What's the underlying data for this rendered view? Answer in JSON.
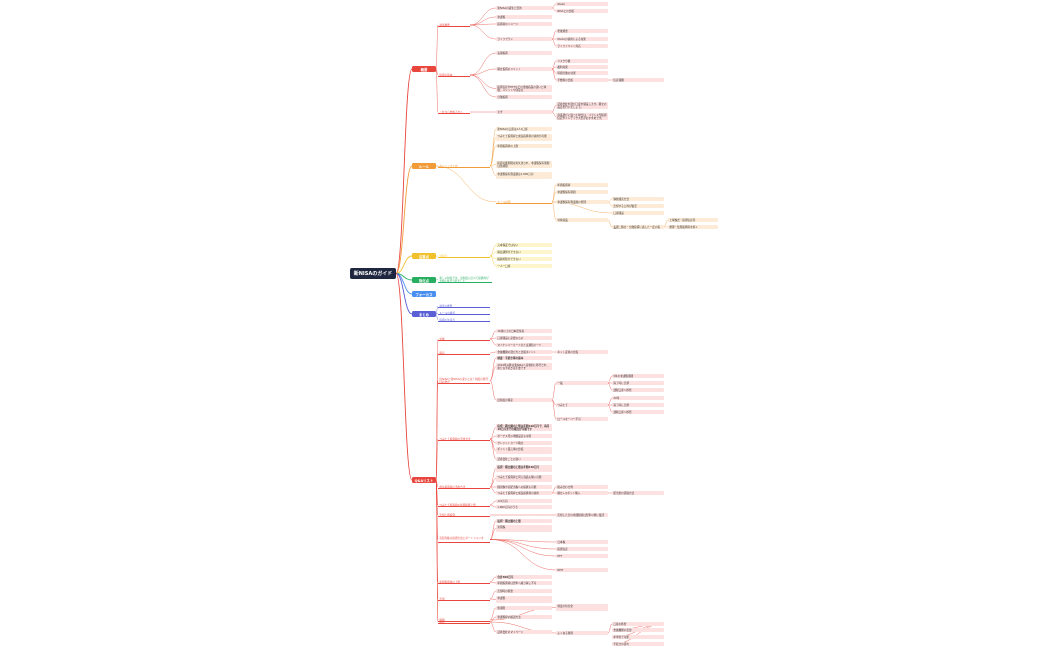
{
  "root": {
    "label": "新NISAのガイド"
  },
  "branches": [
    {
      "id": "gaiyou",
      "label": "概要",
      "color": "#e8453c"
    },
    {
      "id": "rule",
      "label": "ルール",
      "color": "#f29b39"
    },
    {
      "id": "chuui",
      "label": "注意点",
      "color": "#f1c12c"
    },
    {
      "id": "kyoka",
      "label": "強化点",
      "color": "#27ae60"
    },
    {
      "id": "shuchu",
      "label": "フォーカス",
      "color": "#4a8ff0"
    },
    {
      "id": "matome",
      "label": "まとめ",
      "color": "#5b5fd6"
    },
    {
      "id": "qa",
      "label": "Q&Aリスト",
      "color": "#e8453c"
    }
  ],
  "nodes": [
    {
      "id": "g1",
      "label": "制度概要"
    },
    {
      "id": "g1a",
      "label": "新NISAの誕生と目的"
    },
    {
      "id": "g1a1",
      "label": "iDeCo"
    },
    {
      "id": "g1a2",
      "label": "NISAとの比較"
    },
    {
      "id": "g1b",
      "label": "非課税"
    },
    {
      "id": "g1c",
      "label": "投資枠のイメージ"
    },
    {
      "id": "g1d",
      "label": "ライフプラン"
    },
    {
      "id": "g1d1",
      "label": "老後資金"
    },
    {
      "id": "g1d2",
      "label": "iDeCoの併用による効果"
    },
    {
      "id": "g1d3",
      "label": "ライフイベント対応"
    },
    {
      "id": "g2",
      "label": "投資の基本"
    },
    {
      "id": "g2a",
      "label": "長期投資"
    },
    {
      "id": "g2b",
      "label": "積立投資のメリット"
    },
    {
      "id": "g2b1",
      "label": "リスク分散"
    },
    {
      "id": "g2b2",
      "label": "複利効果"
    },
    {
      "id": "g2b3",
      "label": "時間分散の効果"
    },
    {
      "id": "g2b4",
      "label": "手数料の比較"
    },
    {
      "id": "g2b4a",
      "label": "信託報酬"
    },
    {
      "id": "g2c",
      "label": "投資信託やETFなどの金融商品の違いと特徴、メリットや注意点"
    },
    {
      "id": "g2d",
      "label": "分散投資"
    },
    {
      "id": "g3",
      "label": "これから始める方へ"
    },
    {
      "id": "g3a",
      "label": "まず"
    },
    {
      "id": "g3a1",
      "label": "証券会社を選び口座を開設します。積立の設定を行いましょう。"
    },
    {
      "id": "g3a2",
      "label": "商品選びに迷った場合は、バランス型投資信託やインデックス型がおすすめです。"
    },
    {
      "id": "r1",
      "label": "ポイントまとめ"
    },
    {
      "id": "r1a",
      "label": "新NISAの口座は1人1口座"
    },
    {
      "id": "r1b",
      "label": "つみたて投資枠と成長投資枠の併用が可能"
    },
    {
      "id": "r1c",
      "label": "年間投資枠の上限"
    },
    {
      "id": "r1d",
      "label": "投資可能期間は恒久化され、非課税保有期間は無期限"
    },
    {
      "id": "r1e",
      "label": "非課税保有限度額は1,800万円"
    },
    {
      "id": "r2",
      "label": "ルール詳細"
    },
    {
      "id": "r2a",
      "label": "年間投資枠"
    },
    {
      "id": "r2b",
      "label": "非課税保有期間"
    },
    {
      "id": "r2c",
      "label": "非課税保有限度額の管理"
    },
    {
      "id": "r2c1",
      "label": "簿価残高方式"
    },
    {
      "id": "r2c2",
      "label": "売却すると枠が復活"
    },
    {
      "id": "r2d",
      "label": "口座開設"
    },
    {
      "id": "r2e",
      "label": "対象商品"
    },
    {
      "id": "r2e1",
      "label": "長期・積立・分散投資に適した一定の投資信託"
    },
    {
      "id": "r2e2",
      "label": "上場株式・投資信託等"
    },
    {
      "id": "r2e3",
      "label": "整理・監理銘柄等を除く"
    },
    {
      "id": "c1",
      "label": "注意点"
    },
    {
      "id": "c1a",
      "label": "元本保証ではない"
    },
    {
      "id": "c1b",
      "label": "損益通算ができない"
    },
    {
      "id": "c1c",
      "label": "繰越控除ができない"
    },
    {
      "id": "c1d",
      "label": "一人一口座"
    },
    {
      "id": "k1",
      "label": "新しい制度では、旧制度に比べて投資枠が大幅に拡大されました。"
    },
    {
      "id": "m1",
      "label": "制度の概要"
    },
    {
      "id": "m2",
      "label": "ルールの確認"
    },
    {
      "id": "m3",
      "label": "投資の注意点"
    },
    {
      "id": "q1",
      "label": "対象"
    },
    {
      "id": "q1a",
      "label": "18歳以上の日本居住者"
    },
    {
      "id": "q1b",
      "label": "口座開設に必要なもの"
    },
    {
      "id": "q1c",
      "label": "マイナンバーカードまたは通知カード"
    },
    {
      "id": "q2",
      "label": "開設"
    },
    {
      "id": "q2a",
      "label": "金融機関の選び方と比較ポイント"
    },
    {
      "id": "q2a1",
      "label": "ネット証券の比較"
    },
    {
      "id": "q3",
      "label": "旧NISAと新NISAの違いとは？制度の移行は必要か"
    },
    {
      "id": "q3a",
      "label": "制度・手続き等の基本"
    },
    {
      "id": "q3b",
      "label": "2024年以降は新NISAへ自動的に移行され、新たな手続きは不要です"
    },
    {
      "id": "q3c",
      "label": "旧制度の資産"
    },
    {
      "id": "q3c1",
      "label": "一般"
    },
    {
      "id": "q3c1a",
      "label": "5年の非課税期間"
    },
    {
      "id": "q3c1b",
      "label": "満了時に売却"
    },
    {
      "id": "q3c1c",
      "label": "課税口座へ移管"
    },
    {
      "id": "q3c2",
      "label": "つみたて"
    },
    {
      "id": "q3c2a",
      "label": "20年"
    },
    {
      "id": "q3c2b",
      "label": "満了時に売却"
    },
    {
      "id": "q3c2c",
      "label": "課税口座へ移管"
    },
    {
      "id": "q3c3",
      "label": "ロールオーバー不可"
    },
    {
      "id": "q4",
      "label": "つみたて投資枠の活用方法"
    },
    {
      "id": "q4a",
      "label": "投資・積立額の上限は年間120万円で、毎月10万円までの積立が可能です"
    },
    {
      "id": "q4b",
      "label": "ボーナス月の増額設定も可能"
    },
    {
      "id": "q4c",
      "label": "クレジットカード積立"
    },
    {
      "id": "q4d",
      "label": "ポイント還元率の比較"
    },
    {
      "id": "q4e",
      "label": "証券会社ごとの違い"
    },
    {
      "id": "q5",
      "label": "成長投資枠の活用方法"
    },
    {
      "id": "q5a",
      "label": "投資・積立額の上限は年間240万円"
    },
    {
      "id": "q5b",
      "label": "つみたて投資枠と同じ商品も購入可能"
    },
    {
      "id": "q5c",
      "label": "個別株や高配当株への投資も可能"
    },
    {
      "id": "q5d",
      "label": "つみたて投資枠と成長投資枠の併用"
    },
    {
      "id": "q5d1",
      "label": "組み合わせ例"
    },
    {
      "id": "q5d2",
      "label": "積立+スポット購入"
    },
    {
      "id": "q5d3",
      "label": "配当金の受取方法"
    },
    {
      "id": "q6",
      "label": "つみたて投資枠の年間投資上限"
    },
    {
      "id": "q6a",
      "label": "120万円"
    },
    {
      "id": "q6b",
      "label": "1,800万円のうち"
    },
    {
      "id": "q7",
      "label": "売却と再投資"
    },
    {
      "id": "q7a",
      "label": "売却した分の非課税枠は翌年以降に復活"
    },
    {
      "id": "q8",
      "label": "高配当株の投資方法とポートフォリオ"
    },
    {
      "id": "q8a",
      "label": "投資・積立額の上限"
    },
    {
      "id": "q8b",
      "label": "米国株"
    },
    {
      "id": "q8c",
      "label": "日本株"
    },
    {
      "id": "q8d",
      "label": "投資信託"
    },
    {
      "id": "q8e",
      "label": "ETF"
    },
    {
      "id": "q8f",
      "label": "REIT"
    },
    {
      "id": "q9",
      "label": "年間投資枠の上限"
    },
    {
      "id": "q9a",
      "label": "合計360万円"
    },
    {
      "id": "q9b",
      "label": "年間投資枠は翌年へ繰り越し不可"
    },
    {
      "id": "q10",
      "label": "売却"
    },
    {
      "id": "q10a",
      "label": "売却時の税金"
    },
    {
      "id": "q10b",
      "label": "非課税"
    },
    {
      "id": "q11",
      "label": "期間"
    },
    {
      "id": "q11a",
      "label": "無期限"
    },
    {
      "id": "q11b",
      "label": "制度の恒久化"
    },
    {
      "id": "q12",
      "label": "確認"
    },
    {
      "id": "q12a",
      "label": "非課税枠の確認方法"
    },
    {
      "id": "q12b",
      "label": "証券会社のマイページ"
    },
    {
      "id": "q12c",
      "label": "よくある質問"
    },
    {
      "id": "q12c1",
      "label": "口座の移管"
    },
    {
      "id": "q12c1a",
      "label": "金融機関の変更"
    },
    {
      "id": "q12c1b",
      "label": "年単位で可能"
    },
    {
      "id": "q12c1c",
      "label": "手続きの流れ"
    },
    {
      "id": "q12c1d",
      "label": "必要書類"
    }
  ]
}
